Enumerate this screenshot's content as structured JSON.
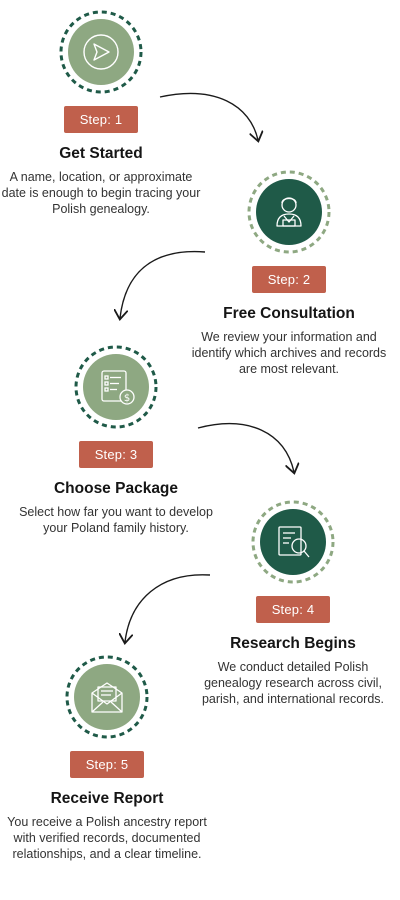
{
  "steps": [
    {
      "badge": "Step: 1",
      "title": "Get Started",
      "description": "A name, location, or approximate date is enough to begin tracing your Polish genealogy.",
      "icon": "play-arrow-icon",
      "circle_color": "#8ea882",
      "dash_color": "#1f5a48"
    },
    {
      "badge": "Step: 2",
      "title": "Free Consultation",
      "description": "We review your information and identify which archives and records are most relevant.",
      "icon": "consultant-person-icon",
      "circle_color": "#1f5a48",
      "dash_color": "#8ea882"
    },
    {
      "badge": "Step: 3",
      "title": "Choose Package",
      "description": "Select how far you want to develop your Poland family history.",
      "icon": "price-list-icon",
      "circle_color": "#8ea882",
      "dash_color": "#1f5a48"
    },
    {
      "badge": "Step: 4",
      "title": "Research Begins",
      "description": "We conduct detailed Polish genealogy research across civil, parish, and international records.",
      "icon": "document-magnifier-icon",
      "circle_color": "#1f5a48",
      "dash_color": "#8ea882"
    },
    {
      "badge": "Step: 5",
      "title": "Receive Report",
      "description": "You receive a Polish ancestry report with verified records, documented relationships, and a clear timeline.",
      "icon": "envelope-report-icon",
      "circle_color": "#8ea882",
      "dash_color": "#1f5a48"
    }
  ],
  "colors": {
    "badge": "#c0604c",
    "dark_green": "#1f5a48",
    "sage_green": "#8ea882",
    "arrow": "#1a1a1a"
  }
}
